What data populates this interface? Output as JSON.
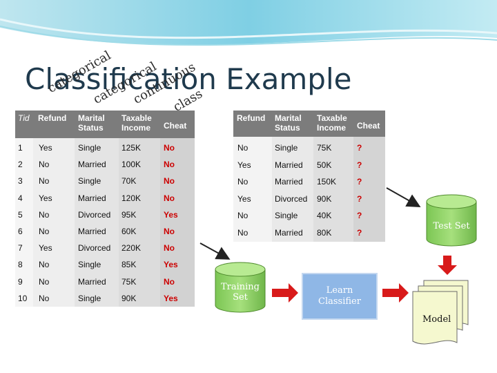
{
  "title": "Classification Example",
  "column_tags": [
    {
      "text": "categorical"
    },
    {
      "text": "categorical"
    },
    {
      "text": "continuous"
    },
    {
      "text": "class"
    }
  ],
  "training_table": {
    "headers": [
      "Tid",
      "Refund",
      "Marital Status",
      "Taxable Income",
      "Cheat"
    ],
    "rows": [
      [
        "1",
        "Yes",
        "Single",
        "125K",
        "No"
      ],
      [
        "2",
        "No",
        "Married",
        "100K",
        "No"
      ],
      [
        "3",
        "No",
        "Single",
        "70K",
        "No"
      ],
      [
        "4",
        "Yes",
        "Married",
        "120K",
        "No"
      ],
      [
        "5",
        "No",
        "Divorced",
        "95K",
        "Yes"
      ],
      [
        "6",
        "No",
        "Married",
        "60K",
        "No"
      ],
      [
        "7",
        "Yes",
        "Divorced",
        "220K",
        "No"
      ],
      [
        "8",
        "No",
        "Single",
        "85K",
        "Yes"
      ],
      [
        "9",
        "No",
        "Married",
        "75K",
        "No"
      ],
      [
        "10",
        "No",
        "Single",
        "90K",
        "Yes"
      ]
    ]
  },
  "test_table": {
    "headers": [
      "Refund",
      "Marital Status",
      "Taxable Income",
      "Cheat"
    ],
    "rows": [
      [
        "No",
        "Single",
        "75K",
        "?"
      ],
      [
        "Yes",
        "Married",
        "50K",
        "?"
      ],
      [
        "No",
        "Married",
        "150K",
        "?"
      ],
      [
        "Yes",
        "Divorced",
        "90K",
        "?"
      ],
      [
        "No",
        "Single",
        "40K",
        "?"
      ],
      [
        "No",
        "Married",
        "80K",
        "?"
      ]
    ]
  },
  "diagram": {
    "training_set": "Training Set",
    "test_set": "Test Set",
    "learn": "Learn Classifier",
    "model": "Model"
  },
  "colors": {
    "cylinder_fill": "#9ad96b",
    "cylinder_stroke": "#4e8a2c",
    "learn_box": "#8fb7e6",
    "arrow_red": "#d81a1a",
    "doc_fill": "#f5f8cf",
    "cheat_red": "#cc0000"
  }
}
